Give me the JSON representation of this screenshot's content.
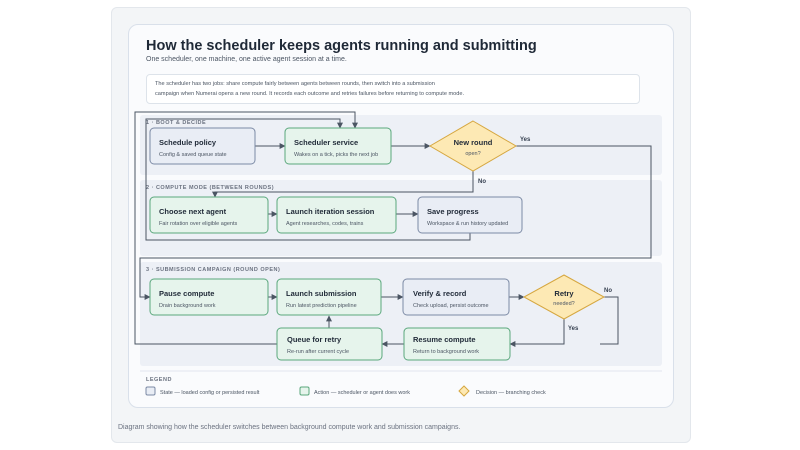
{
  "header": {
    "title": "How the scheduler keeps agents running and submitting",
    "subtitle": "One scheduler, one machine, one active agent session at a time.",
    "description_lines": [
      "The scheduler has two jobs: share compute fairly between agents between rounds, then switch into a submission",
      "campaign when Numerai opens a new round. It records each outcome and retries failures before returning to compute mode."
    ]
  },
  "lanes": [
    {
      "id": "boot",
      "label": "1 · BOOT & DECIDE"
    },
    {
      "id": "compute",
      "label": "2 · COMPUTE MODE (BETWEEN ROUNDS)"
    },
    {
      "id": "submission",
      "label": "3 · SUBMISSION CAMPAIGN (ROUND OPEN)"
    }
  ],
  "nodes": {
    "schedule_policy": {
      "title": "Schedule policy",
      "subtitle": "Config & saved queue state",
      "kind": "state"
    },
    "scheduler_service": {
      "title": "Scheduler service",
      "subtitle": "Wakes on a tick, picks the next job",
      "kind": "action"
    },
    "new_round": {
      "title": "New round",
      "subtitle": "open?",
      "kind": "decision"
    },
    "choose_agent": {
      "title": "Choose next agent",
      "subtitle": "Fair rotation over eligible agents",
      "kind": "action"
    },
    "launch_iteration": {
      "title": "Launch iteration session",
      "subtitle": "Agent researches, codes, trains",
      "kind": "action"
    },
    "save_progress": {
      "title": "Save progress",
      "subtitle": "Workspace & run history updated",
      "kind": "state"
    },
    "pause_compute": {
      "title": "Pause compute",
      "subtitle": "Drain background work",
      "kind": "action"
    },
    "launch_submission": {
      "title": "Launch submission",
      "subtitle": "Run latest prediction pipeline",
      "kind": "action"
    },
    "verify_record": {
      "title": "Verify & record",
      "subtitle": "Check upload, persist outcome",
      "kind": "state"
    },
    "retry": {
      "title": "Retry",
      "subtitle": "needed?",
      "kind": "decision"
    },
    "queue_retry": {
      "title": "Queue for retry",
      "subtitle": "Re-run after current cycle",
      "kind": "action"
    },
    "resume_compute": {
      "title": "Resume compute",
      "subtitle": "Return to background work",
      "kind": "action"
    }
  },
  "edge_labels": {
    "new_round_yes": "Yes",
    "new_round_no": "No",
    "retry_yes": "Yes",
    "retry_no": "No"
  },
  "legend": {
    "title": "LEGEND",
    "items": [
      {
        "kind": "state",
        "label": "State — loaded config or persisted result"
      },
      {
        "kind": "action",
        "label": "Action — scheduler or agent does work"
      },
      {
        "kind": "decision",
        "label": "Decision — branching check"
      }
    ]
  },
  "caption": "Diagram showing how the scheduler switches between background compute work and submission campaigns.",
  "colors": {
    "state_fill": "#e9edf5",
    "state_stroke": "#7c8aa5",
    "action_fill": "#e6f4ec",
    "action_stroke": "#5aa77c",
    "decision_fill": "#fde9b4",
    "decision_stroke": "#d6a740",
    "lane_fill": "#edf0f6",
    "edge": "#4b5563"
  }
}
